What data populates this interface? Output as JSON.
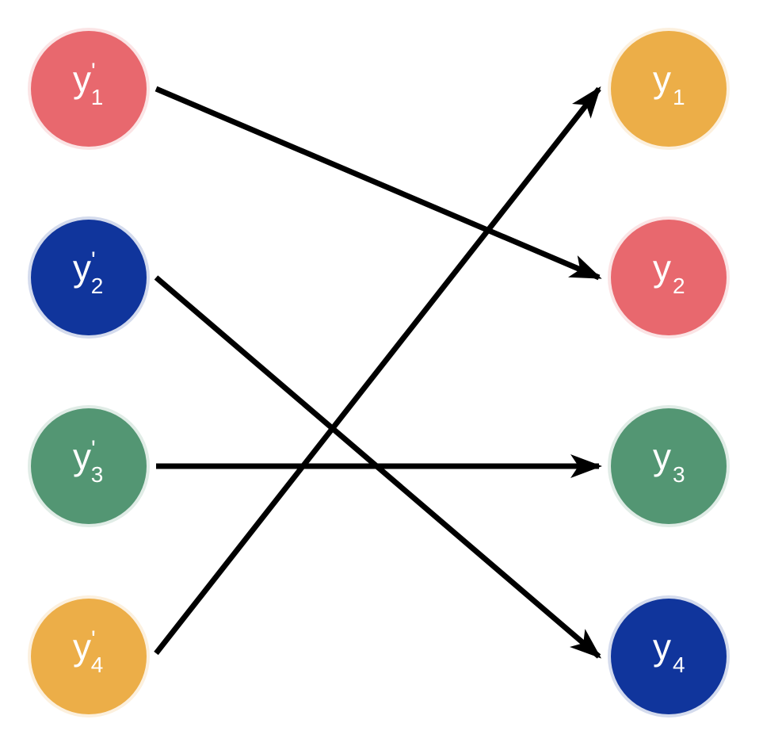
{
  "diagram": {
    "left_nodes": [
      {
        "id": "yp1",
        "base": "y",
        "prime": "'",
        "subscript": "1",
        "color": "#e8686e"
      },
      {
        "id": "yp2",
        "base": "y",
        "prime": "'",
        "subscript": "2",
        "color": "#10359c"
      },
      {
        "id": "yp3",
        "base": "y",
        "prime": "'",
        "subscript": "3",
        "color": "#539673"
      },
      {
        "id": "yp4",
        "base": "y",
        "prime": "'",
        "subscript": "4",
        "color": "#ecae48"
      }
    ],
    "right_nodes": [
      {
        "id": "y1",
        "base": "y",
        "subscript": "1",
        "color": "#ecae48"
      },
      {
        "id": "y2",
        "base": "y",
        "subscript": "2",
        "color": "#e8686e"
      },
      {
        "id": "y3",
        "base": "y",
        "subscript": "3",
        "color": "#539673"
      },
      {
        "id": "y4",
        "base": "y",
        "subscript": "4",
        "color": "#10359c"
      }
    ],
    "edges": [
      {
        "from": "yp1",
        "to": "y2"
      },
      {
        "from": "yp2",
        "to": "y4"
      },
      {
        "from": "yp3",
        "to": "y3"
      },
      {
        "from": "yp4",
        "to": "y1"
      }
    ],
    "edge_color": "#000000"
  }
}
